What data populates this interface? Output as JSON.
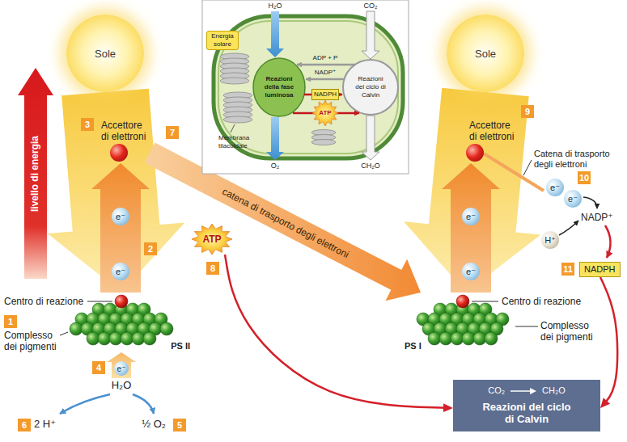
{
  "diagram": {
    "nodes": [
      {
        "text": [
          "Sole"
        ]
      },
      {
        "text": [
          "Sole"
        ]
      },
      {
        "text": [
          "Accettore di elettroni"
        ]
      },
      {
        "text": [
          "Accettore di elettroni"
        ]
      },
      {
        "text": [
          "e⁻"
        ]
      },
      {
        "text": [
          "e⁻"
        ]
      },
      {
        "text": [
          "e⁻"
        ]
      },
      {
        "text": [
          "e⁻"
        ]
      },
      {
        "text": [
          "H⁺"
        ]
      },
      {
        "text": [
          "ATP"
        ]
      },
      {
        "text": [
          "e⁻"
        ]
      },
      {
        "text": [
          "NADPH"
        ]
      },
      {
        "text": [
          "e⁻"
        ]
      },
      {
        "text": [
          "PS II"
        ]
      },
      {
        "text": [
          "PS I"
        ]
      },
      {
        "text": [
          "e⁻"
        ]
      },
      {
        "text": [
          "CO₂",
          "CH₂O",
          "Reazioni del ciclo di Calvin"
        ]
      }
    ],
    "edges": [
      {
        "from": 0,
        "to": 13,
        "arrow": "to"
      },
      {
        "from": 13,
        "to": 2,
        "arrow": "to"
      },
      {
        "from": 2,
        "to": 14,
        "label": "catena di trasporto degli elettroni",
        "arrow": "to"
      },
      {
        "from": 1,
        "to": 14,
        "arrow": "to"
      },
      {
        "from": 14,
        "to": 3,
        "arrow": "to"
      },
      {
        "from": 9,
        "to": 16,
        "arrow": "to"
      },
      {
        "from": 11,
        "to": 16,
        "arrow": "to"
      }
    ],
    "labels": [
      "livello di energia",
      "1",
      "2",
      "3",
      "4",
      "5",
      "6",
      "7",
      "8",
      "9",
      "10",
      "11",
      "Centro di reazione",
      "Complesso dei pigmenti",
      "H₂O",
      "2 H⁺",
      "½ O₂",
      "Centro di reazione",
      "Complesso dei pigmenti",
      "Catena di trasporto degli elettroni",
      "NADP⁺",
      "H₂O",
      "CO₂",
      "Energia solare",
      "Reazioni della fase luminosa",
      "ADP + P",
      "NADP⁺",
      "NADPH",
      "ATP",
      "Reazioni del ciclo di Calvin",
      "Membrana tilacoidale",
      "O₂",
      "CH₂O"
    ]
  }
}
